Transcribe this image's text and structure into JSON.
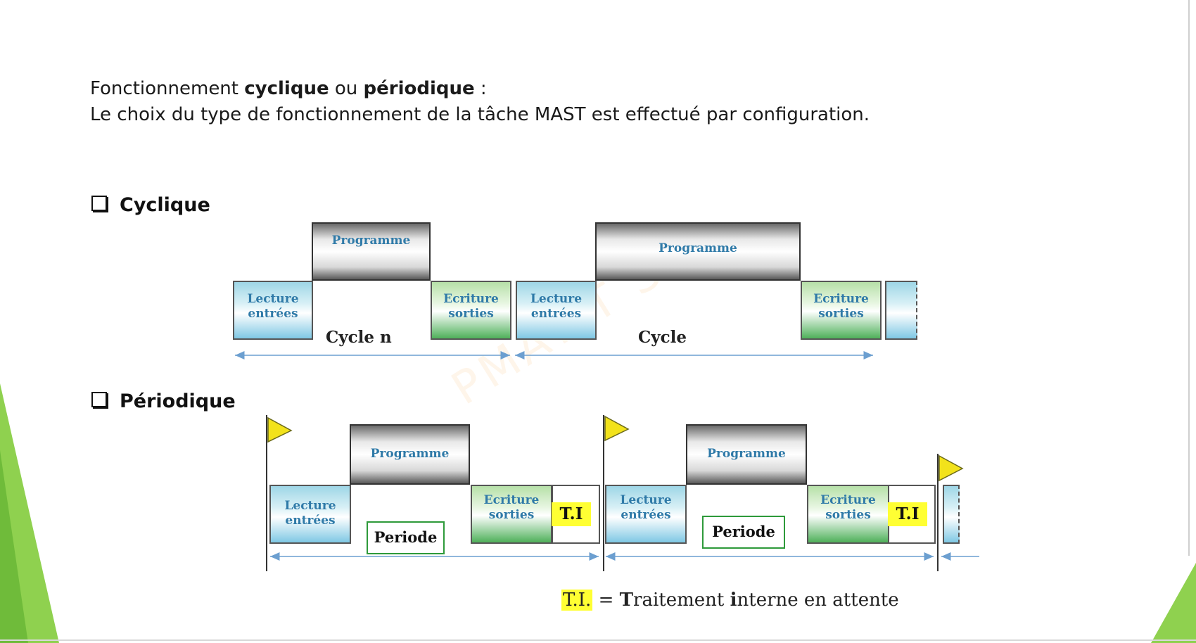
{
  "intro": {
    "line1_part1": "Fonctionnement ",
    "line1_bold1": "cyclique",
    "line1_part2": " ou ",
    "line1_bold2": "périodique",
    "line1_part3": " :",
    "line2": "Le choix du type de fonctionnement de la tâche MAST est effectué par configuration."
  },
  "sections": {
    "cyclique": "Cyclique",
    "periodique": "Périodique"
  },
  "watermark": "PMAT T ST",
  "cyclique_diagram": {
    "lecture_l1": "Lecture",
    "lecture_l2": "entrées",
    "programme": "Programme",
    "ecriture_l1": "Ecriture",
    "ecriture_l2": "sorties",
    "cycle_n": "Cycle n",
    "cycle": "Cycle"
  },
  "periodique_diagram": {
    "lecture_l1": "Lecture",
    "lecture_l2": "entrées",
    "programme": "Programme",
    "ecriture_l1": "Ecriture",
    "ecriture_l2": "sorties",
    "ti": "T.I",
    "periode": "Periode"
  },
  "legend": {
    "abbr": "T.I.",
    "eq": " = ",
    "t_bold": "T",
    "t_rest": "raitement ",
    "i_bold": "i",
    "i_rest": "nterne en attente"
  },
  "colors": {
    "accent_green": "#8fd14f",
    "label_blue": "#2f7aa8",
    "flag_yellow": "#f2e21b",
    "highlight_yellow": "#ffff33",
    "arrow_blue": "#6c9fd0",
    "periode_border": "#2e9a3a"
  }
}
